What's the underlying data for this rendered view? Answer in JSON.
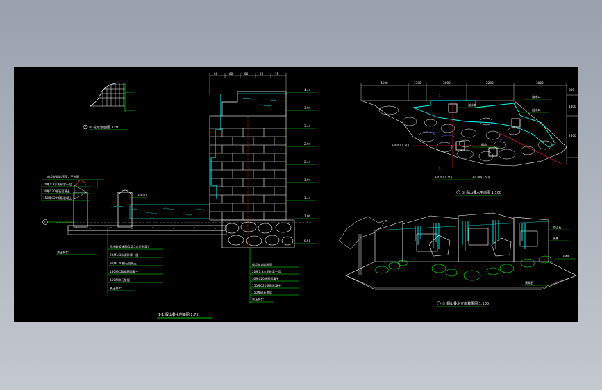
{
  "colors": {
    "background": "#a9afba",
    "canvas": "#000000",
    "line_white": "#ffffff",
    "line_green": "#00ff00",
    "line_cyan": "#00ffff",
    "line_red": "#ff2020",
    "line_blue": "#4060ff"
  },
  "left_section": {
    "title": "1-1 假山叠水剖面图  1:75",
    "detail_label": "① 花坛剖面图  1:30",
    "marker_1": "1",
    "marker_2": "2",
    "right_elevations": [
      "4.44",
      "3.94",
      "3.44",
      "2.94",
      "2.44",
      "1.94",
      "1.44",
      "1.00",
      "0.50"
    ],
    "top_dims": [
      "60",
      "60",
      "60",
      "60",
      "15"
    ],
    "left_stack_title": "成品花岗岩压顶，平光面",
    "left_stack": [
      "20厚1:3水泥砂浆一层",
      "30厚C20细石混凝土",
      "150厚C20钢筋混凝土"
    ],
    "left_bottom": "素土夯实",
    "center_stack": [
      "防水砂浆抹面(1:2.5水泥砂浆)",
      "20厚1:3水泥砂浆一层",
      "30厚C20细石混凝土",
      "150厚C20钢筋混凝土",
      "150厚碎石垫层",
      "素土夯实"
    ],
    "right_stack": [
      "成品花岗岩贴面",
      "20厚1:3水泥砂浆一层",
      "30厚C20细石混凝土",
      "150厚C20钢筋混凝土",
      "150厚碎石垫层",
      "素土夯实"
    ],
    "small_elevation": "±0.00"
  },
  "plan_view": {
    "title": "① 假山叠水平面图  1:100",
    "dims": [
      "4500",
      "1700",
      "3800",
      "2200",
      "3000"
    ],
    "side_dims": [
      "800",
      "1800",
      "2600"
    ],
    "labels": [
      "溢水口",
      "出水口",
      "溢水口",
      "假山"
    ],
    "section_marks": [
      "1",
      "1"
    ],
    "elev_labels": [
      "±0.00(1.50)",
      "±0.00(1.50)"
    ]
  },
  "elevation_view": {
    "title": "② 假山叠水立面效果图  1:100",
    "labels": [
      "假山石",
      "3.44",
      "景观石",
      "水景"
    ]
  }
}
